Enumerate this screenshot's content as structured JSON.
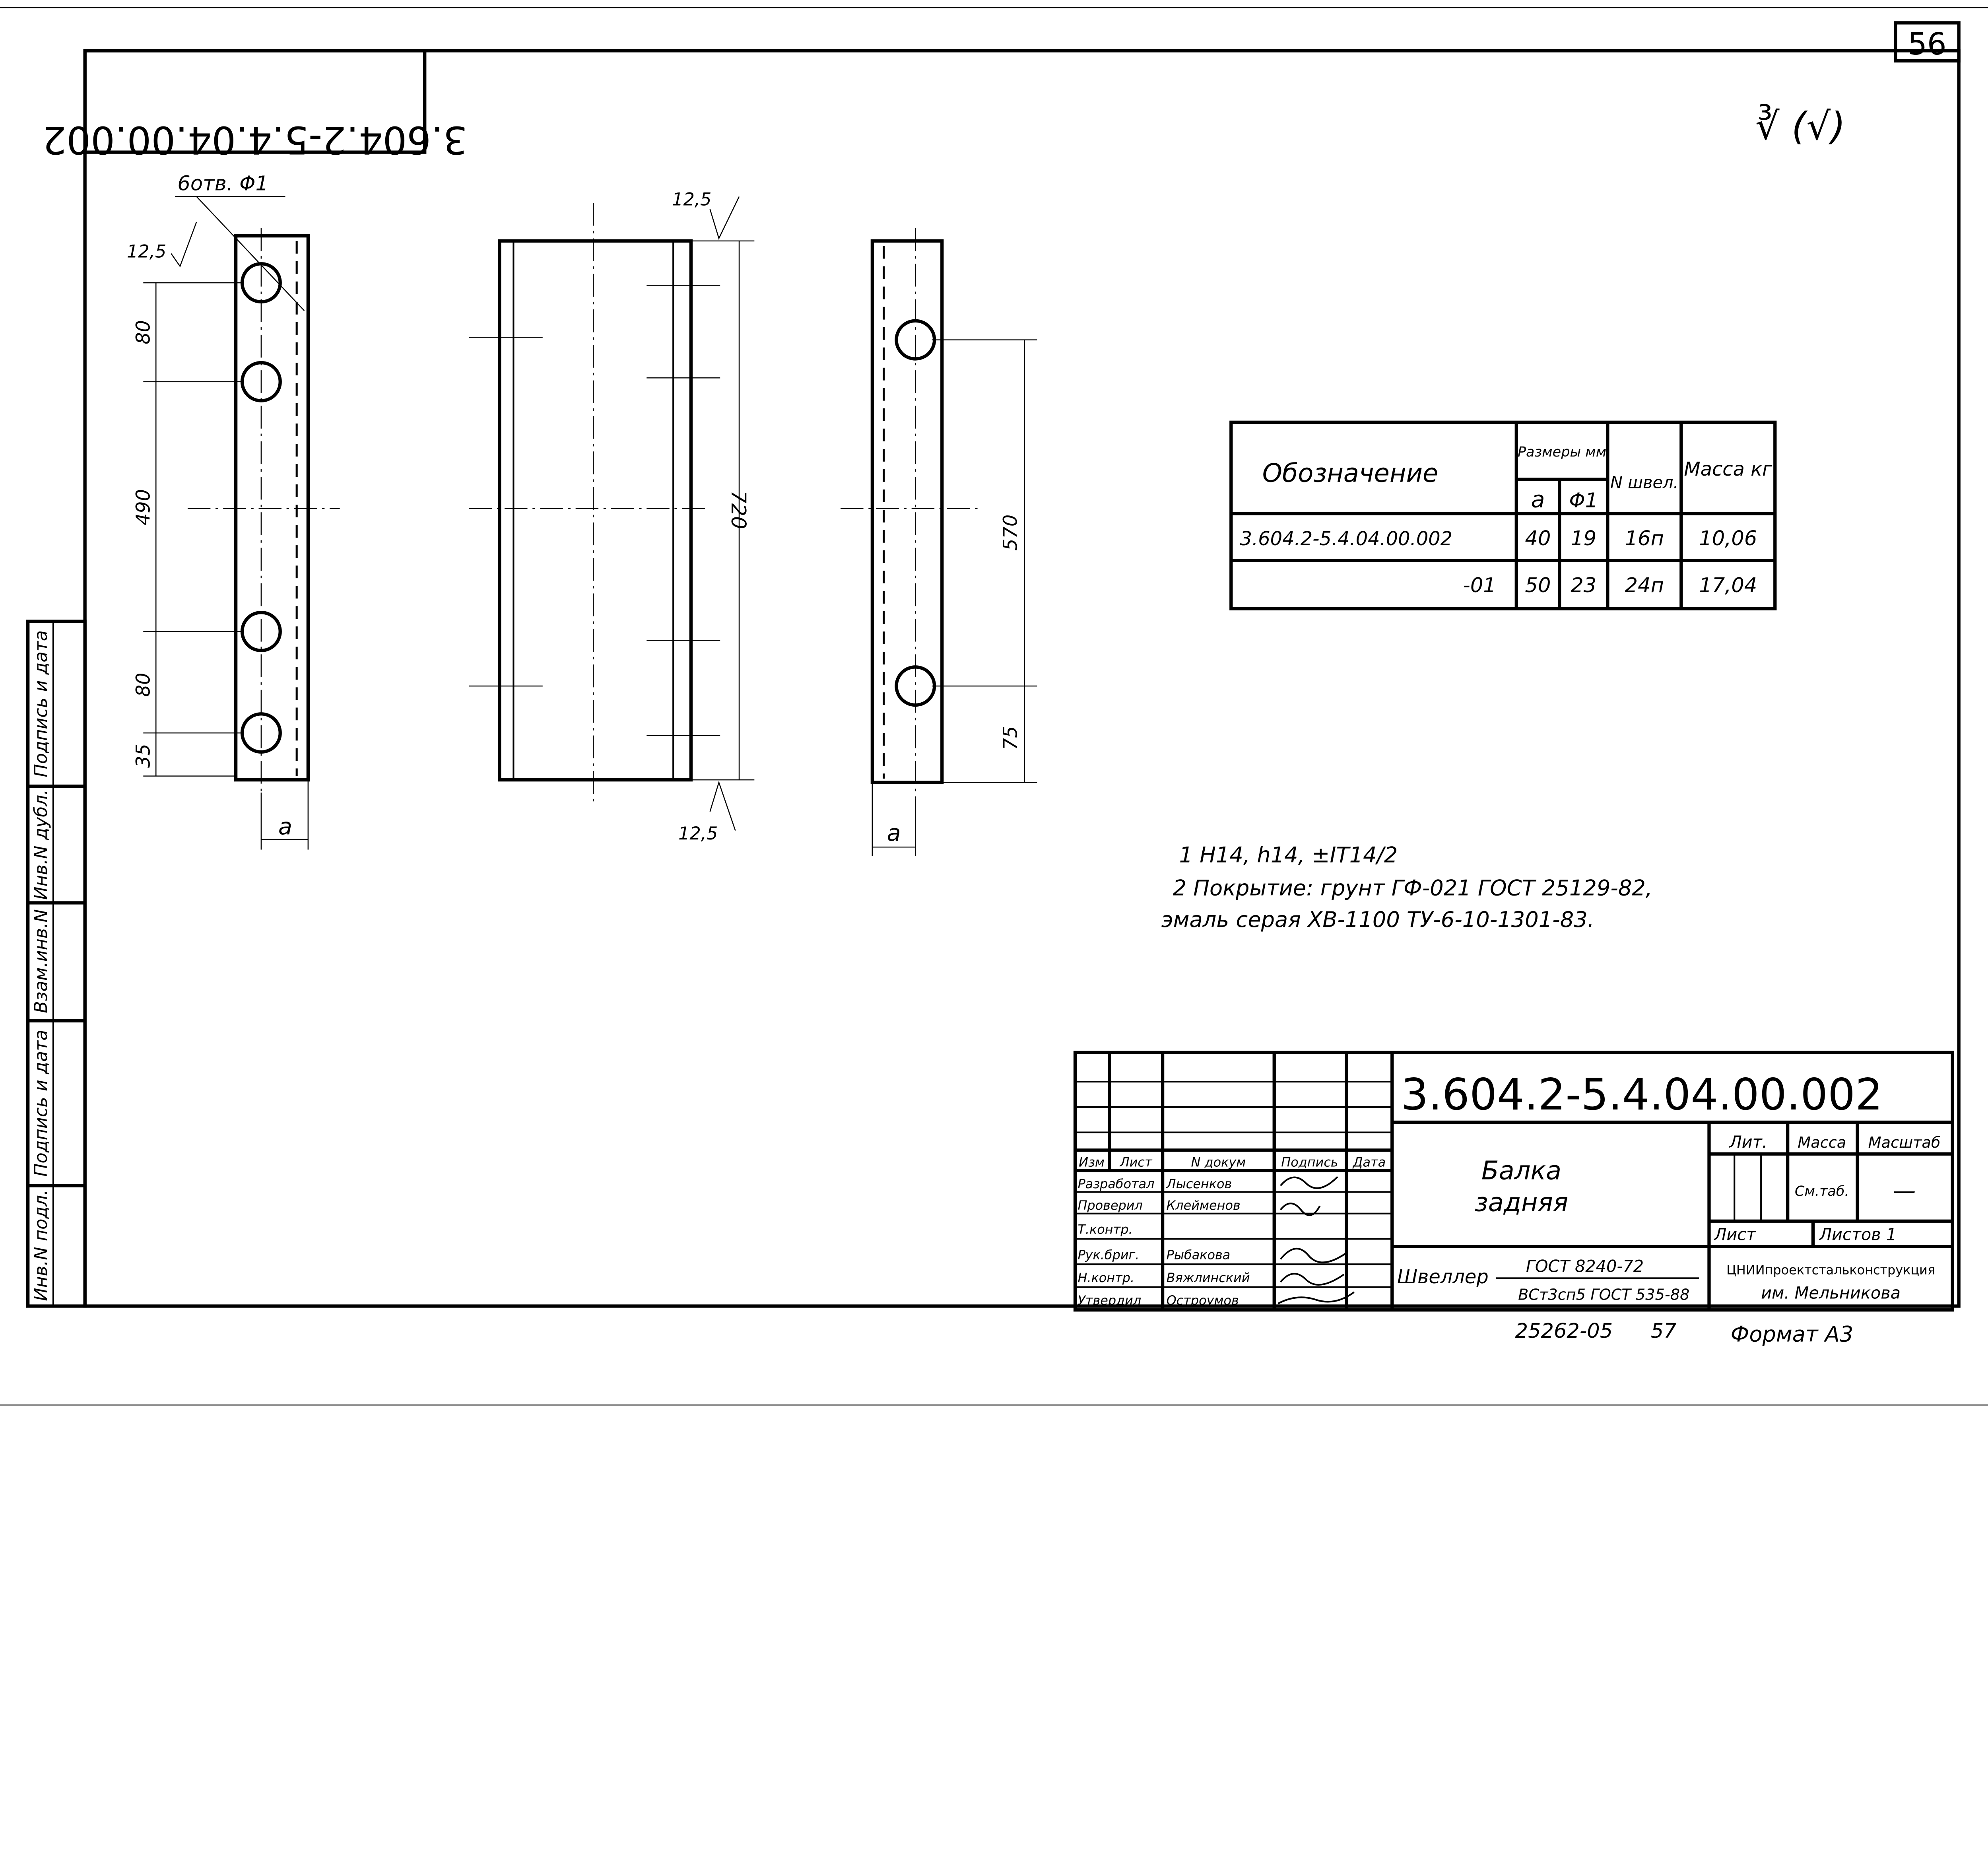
{
  "sheet_number": "56",
  "rotated_code": "3.604.2-5.4.04.00.002",
  "roughness_symbol": "∛ (√)",
  "views": {
    "holes_label": "6отв. Φ1",
    "roughness_12_5": "12,5",
    "dims_left": [
      "80",
      "490",
      "80",
      "35"
    ],
    "dim_a": "a",
    "dim_720": "720",
    "dims_right": [
      "570",
      "75"
    ]
  },
  "table": {
    "headers": {
      "designation": "Обозначение",
      "sizes": "Размеры мм",
      "a": "a",
      "phi": "Φ1",
      "channel": "N швел.",
      "mass": "Масса кг"
    },
    "rows": [
      {
        "designation": "3.604.2-5.4.04.00.002",
        "a": "40",
        "phi": "19",
        "channel": "16п",
        "mass": "10,06"
      },
      {
        "designation": "-01",
        "a": "50",
        "phi": "23",
        "channel": "24п",
        "mass": "17,04"
      }
    ]
  },
  "notes": [
    "1 H14, h14, ±IT14/2",
    "2 Покрытие: грунт ГФ-021 ГОСТ 25129-82,",
    "эмаль серая ХВ-1100 ТУ-6-10-1301-83."
  ],
  "left_stamp": [
    "Инв.N подл.",
    "Подпись и дата",
    "Взам.инв.N",
    "Инв.N дубл.",
    "Подпись и дата"
  ],
  "title_block": {
    "code": "3.604.2-5.4.04.00.002",
    "headers": [
      "Изм",
      "Лист",
      "N докум",
      "Подпись",
      "Дата"
    ],
    "roles": [
      {
        "role": "Разработал",
        "name": "Лысенков"
      },
      {
        "role": "Проверил",
        "name": "Клейменов"
      },
      {
        "role": "Т.контр.",
        "name": ""
      },
      {
        "role": "Рук.бриг.",
        "name": "Рыбакова"
      },
      {
        "role": "Н.контр.",
        "name": "Вяжлинский"
      },
      {
        "role": "Утвердил",
        "name": "Остроумов"
      }
    ],
    "name_line1": "Балка",
    "name_line2": "задняя",
    "lit": "Лит.",
    "mass": "Масса",
    "scale": "Масштаб",
    "mass_value": "См.таб.",
    "scale_value": "—",
    "sheet": "Лист",
    "sheets": "Листов 1",
    "material_label": "Швеллер",
    "material_top": "ГОСТ 8240-72",
    "material_bottom": "ВСт3сп5 ГОСТ 535-88",
    "org_line1": "ЦНИИпроектстальконструкция",
    "org_line2": "им. Мельникова"
  },
  "footer": {
    "order": "25262-05",
    "page": "57",
    "format": "Формат А3"
  }
}
